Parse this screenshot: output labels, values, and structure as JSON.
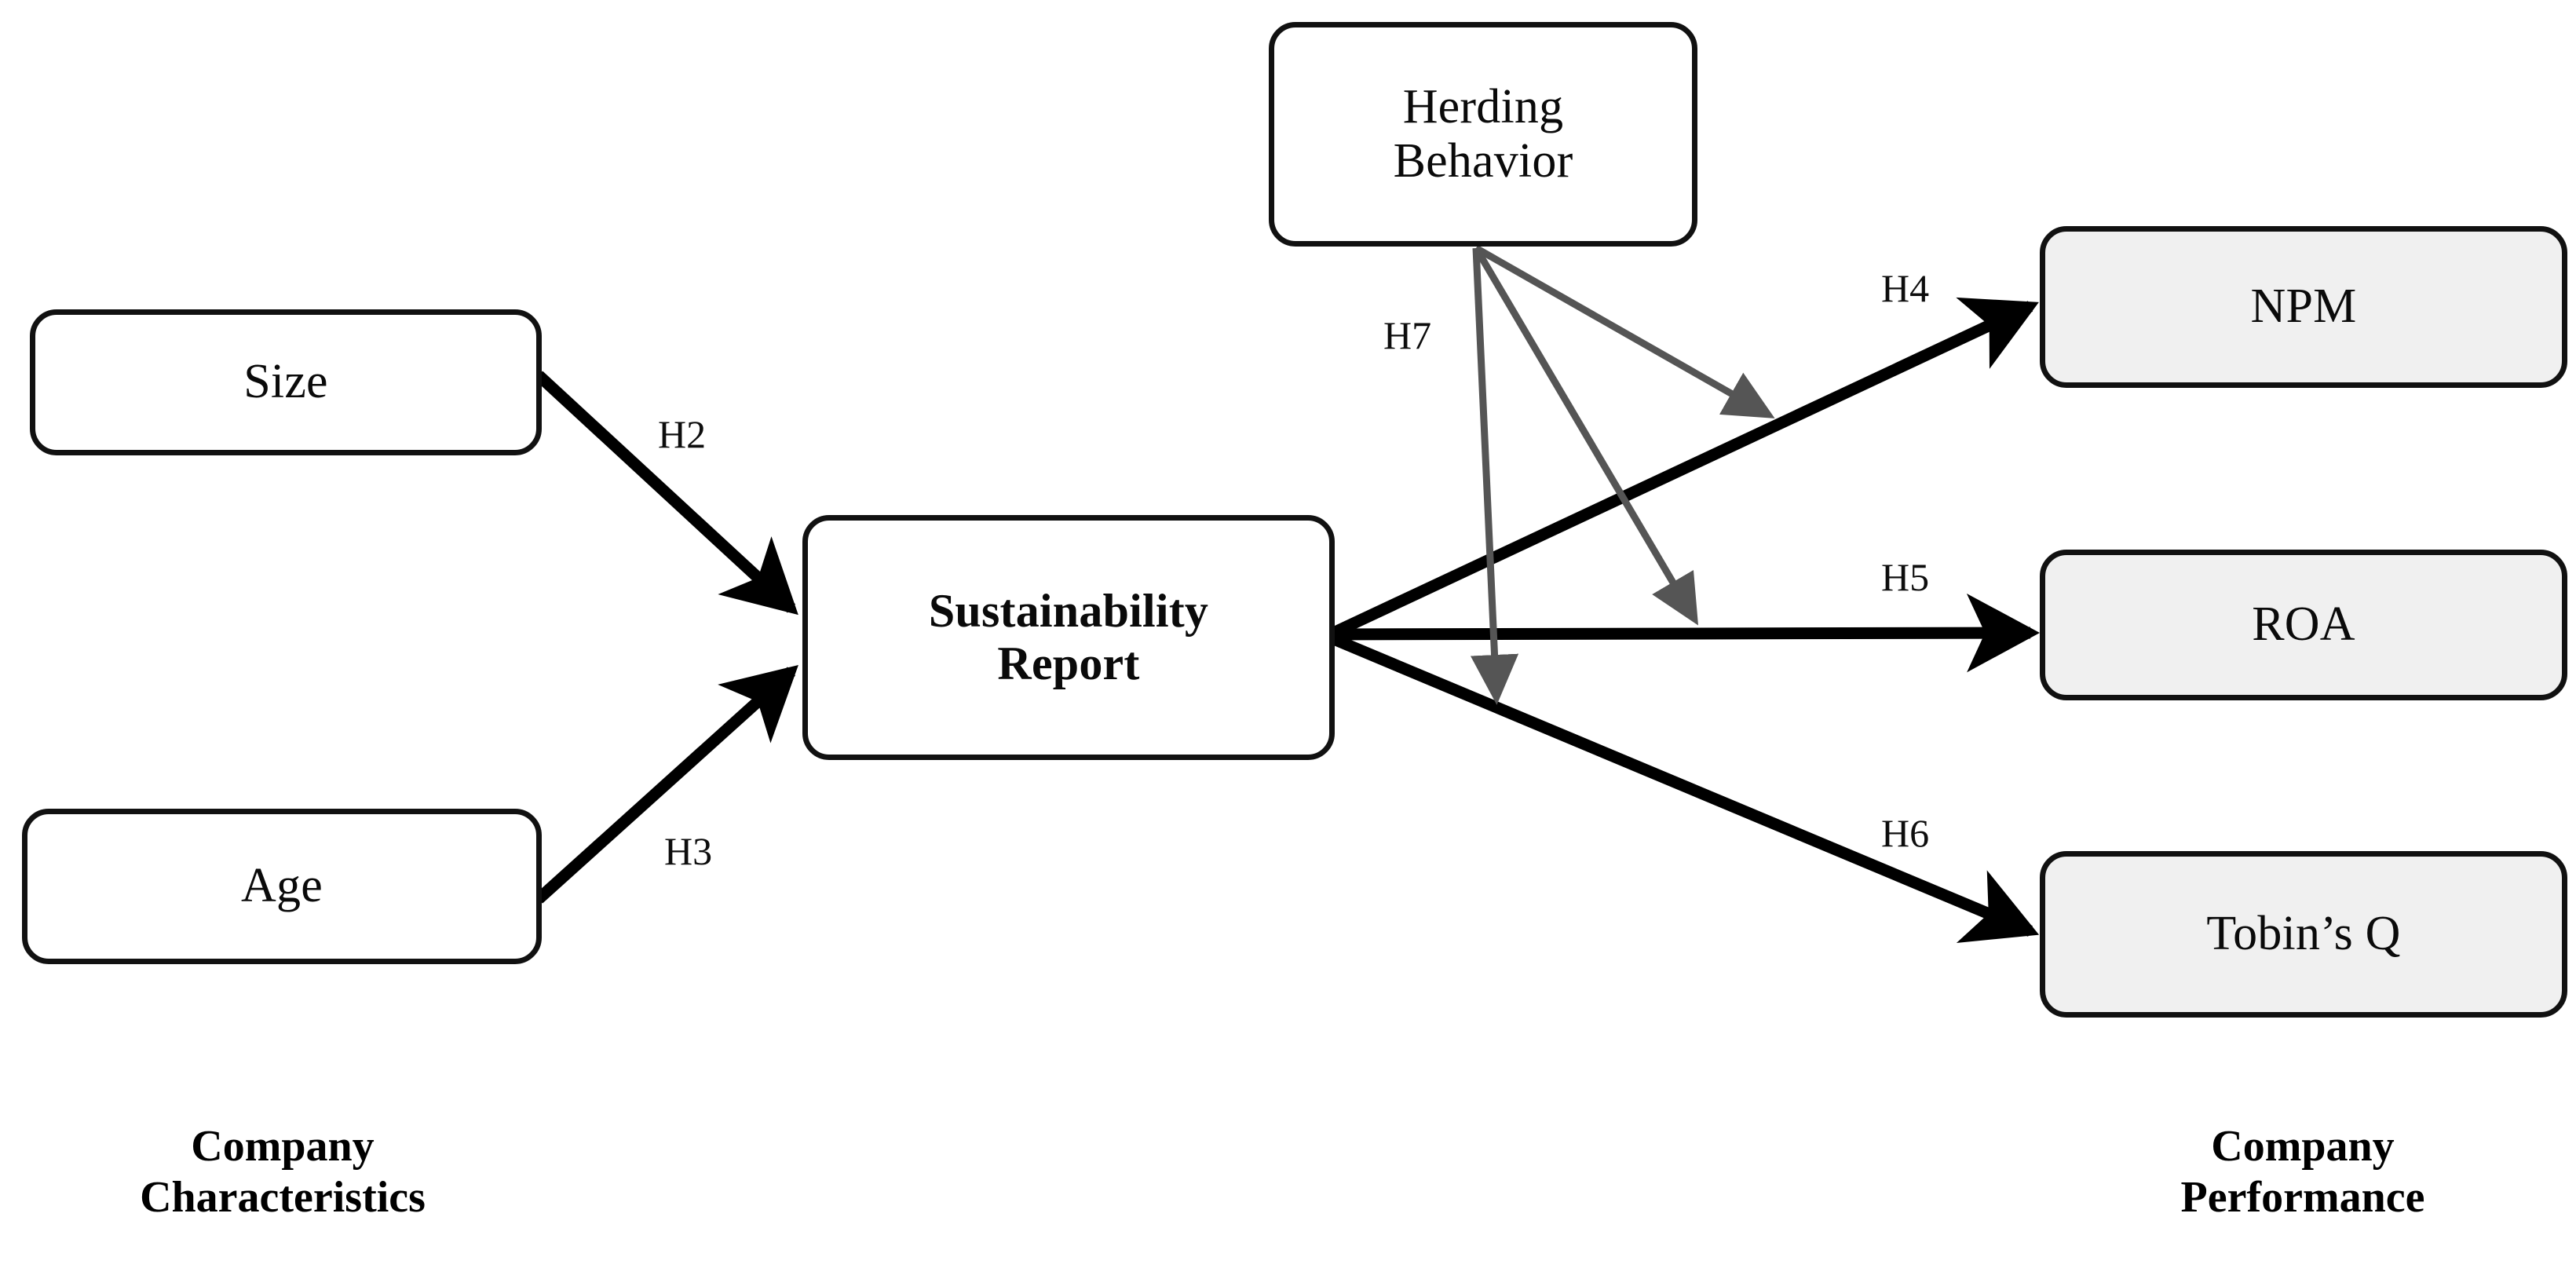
{
  "diagram": {
    "type": "research-conceptual-model",
    "background_color": "#ffffff",
    "node_border_color": "#111111",
    "direct_path_color": "#000000",
    "moderator_path_color": "#555555",
    "shaded_node_fill": "#f0f0f0",
    "plain_node_fill": "#ffffff"
  },
  "nodes": {
    "size": {
      "label": "Size"
    },
    "age": {
      "label": "Age"
    },
    "sustainability_report": {
      "label": "Sustainability\nReport"
    },
    "herding_behavior": {
      "label": "Herding\nBehavior"
    },
    "npm": {
      "label": "NPM"
    },
    "roa": {
      "label": "ROA"
    },
    "tobins_q": {
      "label": "Tobin’s Q"
    }
  },
  "edges": [
    {
      "id": "H2",
      "label": "H2",
      "from": "size",
      "to": "sustainability_report",
      "style": "direct",
      "color": "#000000"
    },
    {
      "id": "H3",
      "label": "H3",
      "from": "age",
      "to": "sustainability_report",
      "style": "direct",
      "color": "#000000"
    },
    {
      "id": "H4",
      "label": "H4",
      "from": "sustainability_report",
      "to": "npm",
      "style": "direct",
      "color": "#000000"
    },
    {
      "id": "H5",
      "label": "H5",
      "from": "sustainability_report",
      "to": "roa",
      "style": "direct",
      "color": "#000000"
    },
    {
      "id": "H6",
      "label": "H6",
      "from": "sustainability_report",
      "to": "tobins_q",
      "style": "direct",
      "color": "#000000"
    },
    {
      "id": "H7",
      "label": "H7",
      "from": "herding_behavior",
      "to": "H4,H5,H6",
      "style": "moderator",
      "color": "#555555"
    }
  ],
  "captions": {
    "left": "Company\nCharacteristics",
    "right": "Company\nPerformance"
  }
}
